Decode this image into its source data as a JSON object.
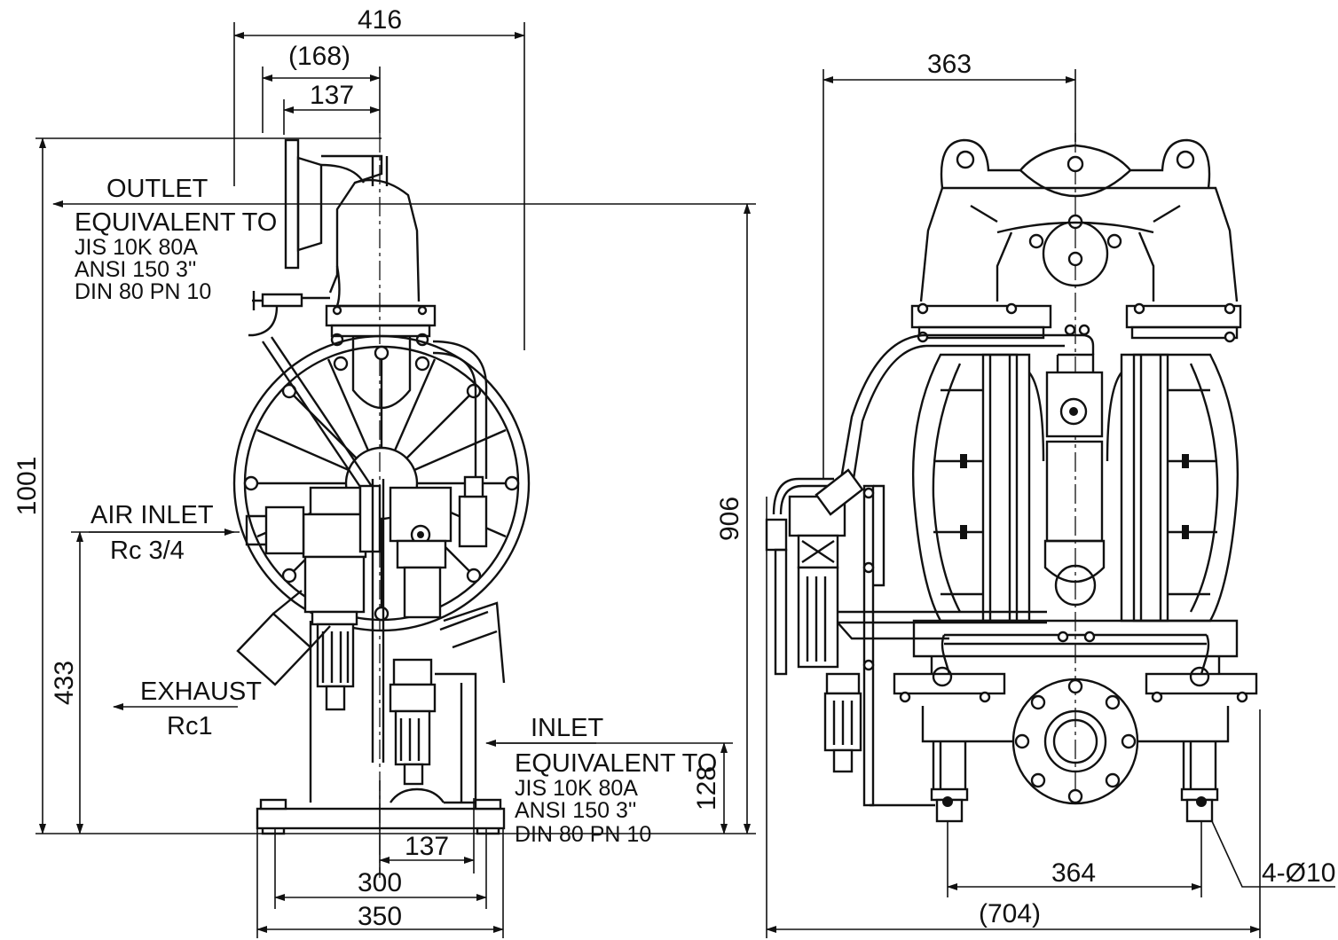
{
  "dimensions": {
    "overall_width_side": "416",
    "outlet_offset": "(168)",
    "outlet_center": "137",
    "overall_height": "1001",
    "outlet_height": "906",
    "air_inlet_height": "433",
    "inlet_height": "128",
    "base_inlet_offset": "137",
    "base_bolt_span_side": "300",
    "base_width_side": "350",
    "top_width_front": "363",
    "base_bolt_span_front": "364",
    "overall_width_front": "(704)",
    "mounting_holes": "4-Ø10"
  },
  "labels": {
    "outlet": {
      "title": "OUTLET",
      "equivalent": "EQUIVALENT TO",
      "specs": [
        "JIS 10K 80A",
        "ANSI 150 3''",
        "DIN 80 PN 10"
      ]
    },
    "air_inlet": {
      "title": "AIR INLET",
      "size": "Rc 3/4"
    },
    "exhaust": {
      "title": "EXHAUST",
      "size": "Rc1"
    },
    "inlet": {
      "title": "INLET",
      "equivalent": "EQUIVALENT TO",
      "specs": [
        "JIS 10K 80A",
        "ANSI 150 3''",
        "DIN 80 PN 10"
      ]
    }
  },
  "colors": {
    "line": "#111111",
    "background": "#ffffff"
  }
}
